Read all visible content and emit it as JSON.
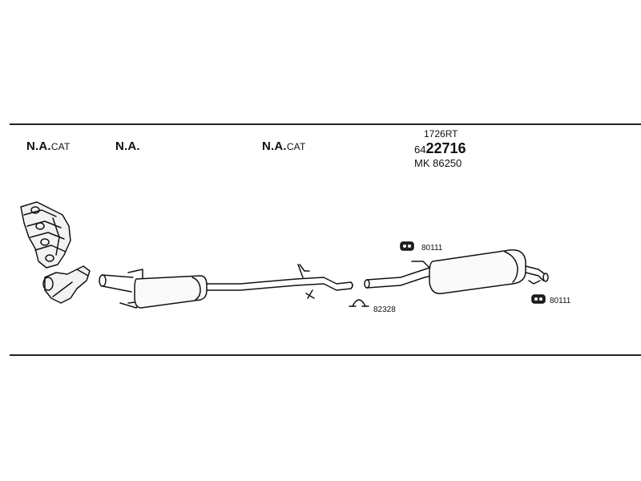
{
  "labels": {
    "na_1": {
      "main": "N.A.",
      "suffix": "CAT"
    },
    "na_2": {
      "main": "N.A.",
      "suffix": ""
    },
    "na_3": {
      "main": "N.A.",
      "suffix": "CAT"
    }
  },
  "part_code": {
    "small": "1726RT",
    "prefix": "64",
    "main": "22716",
    "mk": "MK 86250"
  },
  "callouts": {
    "clamp_top": "80111",
    "clamp_mid": "82328",
    "clamp_right": "80111"
  }
}
